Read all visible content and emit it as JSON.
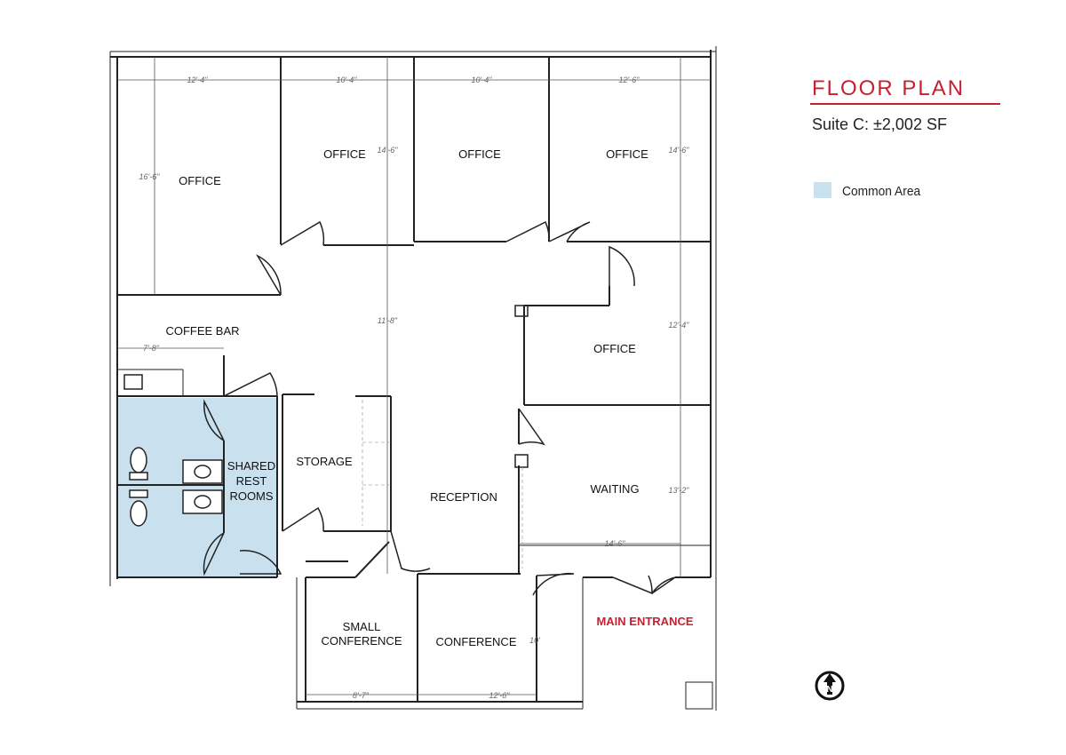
{
  "header": {
    "title": "FLOOR PLAN",
    "subtitle": "Suite C:  ±2,002 SF",
    "accent_color": "#c8202f"
  },
  "legend": {
    "common_area_label": "Common Area",
    "common_area_color": "#c9e1ee"
  },
  "rooms": {
    "office_nw": "OFFICE",
    "office_2": "OFFICE",
    "office_3": "OFFICE",
    "office_4": "OFFICE",
    "office_east": "OFFICE",
    "coffee_bar": "COFFEE BAR",
    "restrooms": [
      "SHARED",
      "REST",
      "ROOMS"
    ],
    "storage": "STORAGE",
    "reception": "RECEPTION",
    "waiting": "WAITING",
    "small_conference": [
      "SMALL",
      "CONFERENCE"
    ],
    "conference": "CONFERENCE",
    "main_entrance": "MAIN ENTRANCE"
  },
  "dimensions": {
    "d1": "12'-4\"",
    "d2": "10'-4\"",
    "d3": "10'-4\"",
    "d4": "12'-6\"",
    "d5": "16'-6\"",
    "d6": "14'-6\"",
    "d7": "14'-6\"",
    "d8": "11'-8\"",
    "d9": "12'-4\"",
    "d10": "7'-8\"",
    "d11": "13'-2\"",
    "d12": "14'-6\"",
    "d13": "10'",
    "d14": "8'-7\"",
    "d15": "12'-6\""
  },
  "icons": {
    "north_arrow": "north-arrow-icon",
    "north_letter": "N"
  }
}
